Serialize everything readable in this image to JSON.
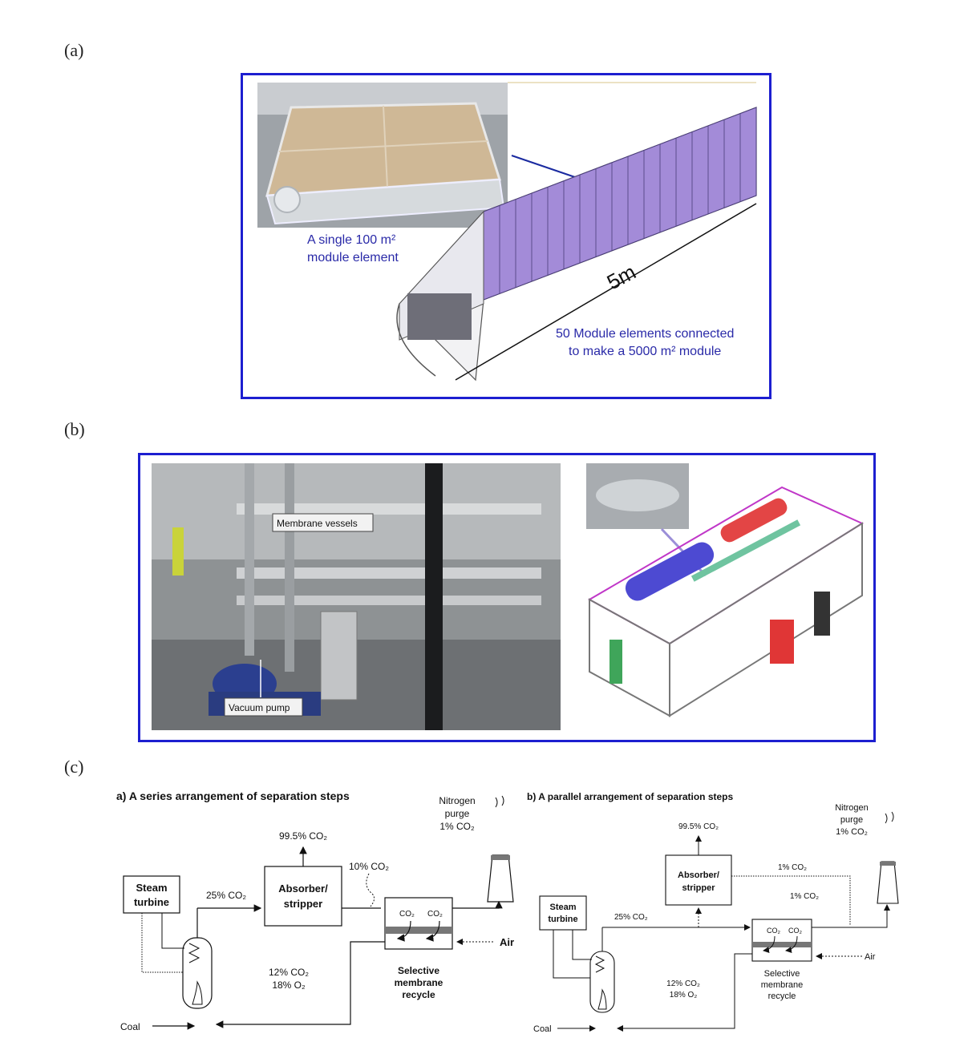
{
  "labels": {
    "a": "(a)",
    "b": "(b)",
    "c": "(c)"
  },
  "panel_a": {
    "single_module_line1": "A single 100 m²",
    "single_module_line2": "module element",
    "length": "5m",
    "connected_line1": "50 Module elements connected",
    "connected_line2": "to make a 5000 m² module"
  },
  "panel_b": {
    "membrane_vessels": "Membrane vessels",
    "vacuum_pump": "Vacuum pump"
  },
  "panel_c": {
    "series": {
      "title": "a) A series arrangement of separation steps",
      "steam_turbine_1": "Steam",
      "steam_turbine_2": "turbine",
      "absorber_1": "Absorber/",
      "absorber_2": "stripper",
      "co2_995": "99.5% CO₂",
      "co2_25": "25% CO₂",
      "co2_10": "10% CO₂",
      "nitrogen_1": "Nitrogen",
      "nitrogen_2": "purge",
      "nitrogen_3": "1% CO₂",
      "co2_a": "CO₂",
      "co2_b": "CO₂",
      "air": "Air",
      "recycle_1": "Selective",
      "recycle_2": "membrane",
      "recycle_3": "recycle",
      "co2_12": "12% CO₂",
      "o2_18": "18% O₂",
      "coal": "Coal"
    },
    "parallel": {
      "title": "b) A parallel arrangement of separation steps",
      "steam_turbine_1": "Steam",
      "steam_turbine_2": "turbine",
      "absorber_1": "Absorber/",
      "absorber_2": "stripper",
      "co2_995": "99.5% CO₂",
      "co2_25": "25% CO₂",
      "co2_1_top": "1% CO₂",
      "co2_1_mid": "1% CO₂",
      "nitrogen_1": "Nitrogen",
      "nitrogen_2": "purge",
      "nitrogen_3": "1% CO₂",
      "co2_a": "CO₂",
      "co2_b": "CO₂",
      "air": "Air",
      "recycle_1": "Selective",
      "recycle_2": "membrane",
      "recycle_3": "recycle",
      "co2_12": "12% CO₂",
      "o2_18": "18% O₂",
      "coal": "Coal"
    }
  },
  "colors": {
    "frame": "#1d1fd0",
    "caption": "#2a2aa8",
    "module": "#a38bd8"
  }
}
